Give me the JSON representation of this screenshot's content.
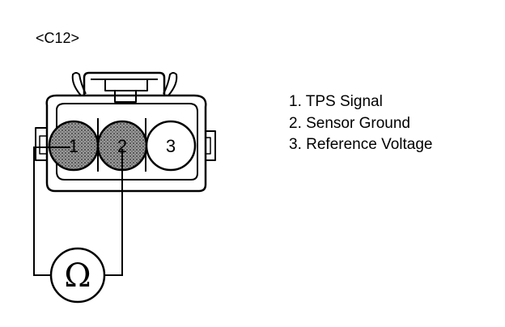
{
  "connector": {
    "id_label": "<C12>"
  },
  "pins": [
    {
      "number": "1",
      "label": "TPS Signal",
      "probed": true
    },
    {
      "number": "2",
      "label": "Sensor Ground",
      "probed": true
    },
    {
      "number": "3",
      "label": "Reference Voltage",
      "probed": false
    }
  ],
  "legend": [
    "1. TPS Signal",
    "2. Sensor Ground",
    "3. Reference Voltage"
  ],
  "meter": {
    "symbol": "Ω",
    "icon": "ohmmeter-icon"
  },
  "colors": {
    "line": "#000000",
    "probed_pin_fill": "#8a8a8a",
    "background": "#ffffff"
  }
}
